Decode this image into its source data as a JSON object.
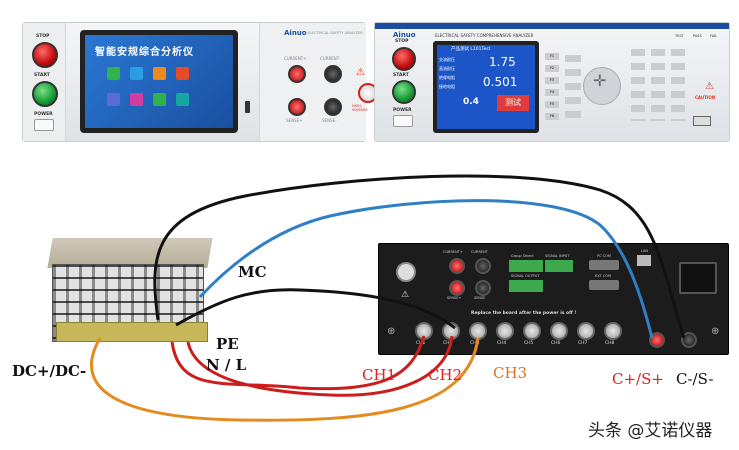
{
  "instrument_left": {
    "stop": "STOP",
    "start": "START",
    "power": "POWER",
    "brand": "Ainuo",
    "model": "ELECTRICAL SAFETY ANALYZER",
    "screen_title": "智能安规综合分析仪",
    "current_plus": "CURRENT+",
    "current_minus": "CURRENT-",
    "sense_plus": "SENSE+",
    "sense_minus": "SENSE-",
    "high_voltage": "HIGH VOLTAGE"
  },
  "instrument_right": {
    "stop": "STOP",
    "start": "START",
    "power": "POWER",
    "brand": "Ainuo",
    "model": "ELECTRICAL SAFETY COMPREHENSIVE ANALYZER",
    "screen_header": "产品测试 L101Test",
    "readings": [
      "1.75",
      "0.501",
      "0.4"
    ],
    "rows": [
      "交流耐压",
      "直流耐压",
      "绝缘电阻",
      "接地电阻"
    ],
    "test_btn": "测试",
    "softkeys": [
      "F1",
      "F2",
      "F3",
      "F4",
      "F5",
      "F6"
    ],
    "status": [
      "TEST",
      "PASS",
      "FAIL"
    ],
    "caution": "CAUTION"
  },
  "rear_panel": {
    "ch_labels": [
      "CH1",
      "CH2",
      "CH3",
      "CH4",
      "CH5",
      "CH6",
      "CH7",
      "CH8"
    ],
    "replace_note": "Replace the board after the power is off !",
    "current_plus": "CURRENT+",
    "current": "CURRENT",
    "sense_plus": "SENSE+",
    "sense": "SENSE",
    "group_select": "Group Select",
    "signal_input": "SIGNAL INPUT",
    "signal_output": "SIGNAL OUTPUT",
    "pc_com": "PC COM",
    "ext_com": "EXT COM",
    "lan": "LAN"
  },
  "labels": {
    "mc": "MC",
    "pe": "PE",
    "nl": "N / L",
    "dc": "DC+/DC-",
    "ch1": "CH1",
    "ch2": "CH2",
    "ch3": "CH3",
    "c_plus": "C+/S+",
    "c_minus": "C-/S-"
  },
  "watermark": "头条 @艾诺仪器",
  "colors": {
    "wire_black": "#111111",
    "wire_blue": "#2f7fc6",
    "wire_red": "#cc1d1d",
    "wire_orange": "#e58a1f",
    "screen_blue": "#1d5fb3",
    "panel_grey": "#e9ecef"
  }
}
